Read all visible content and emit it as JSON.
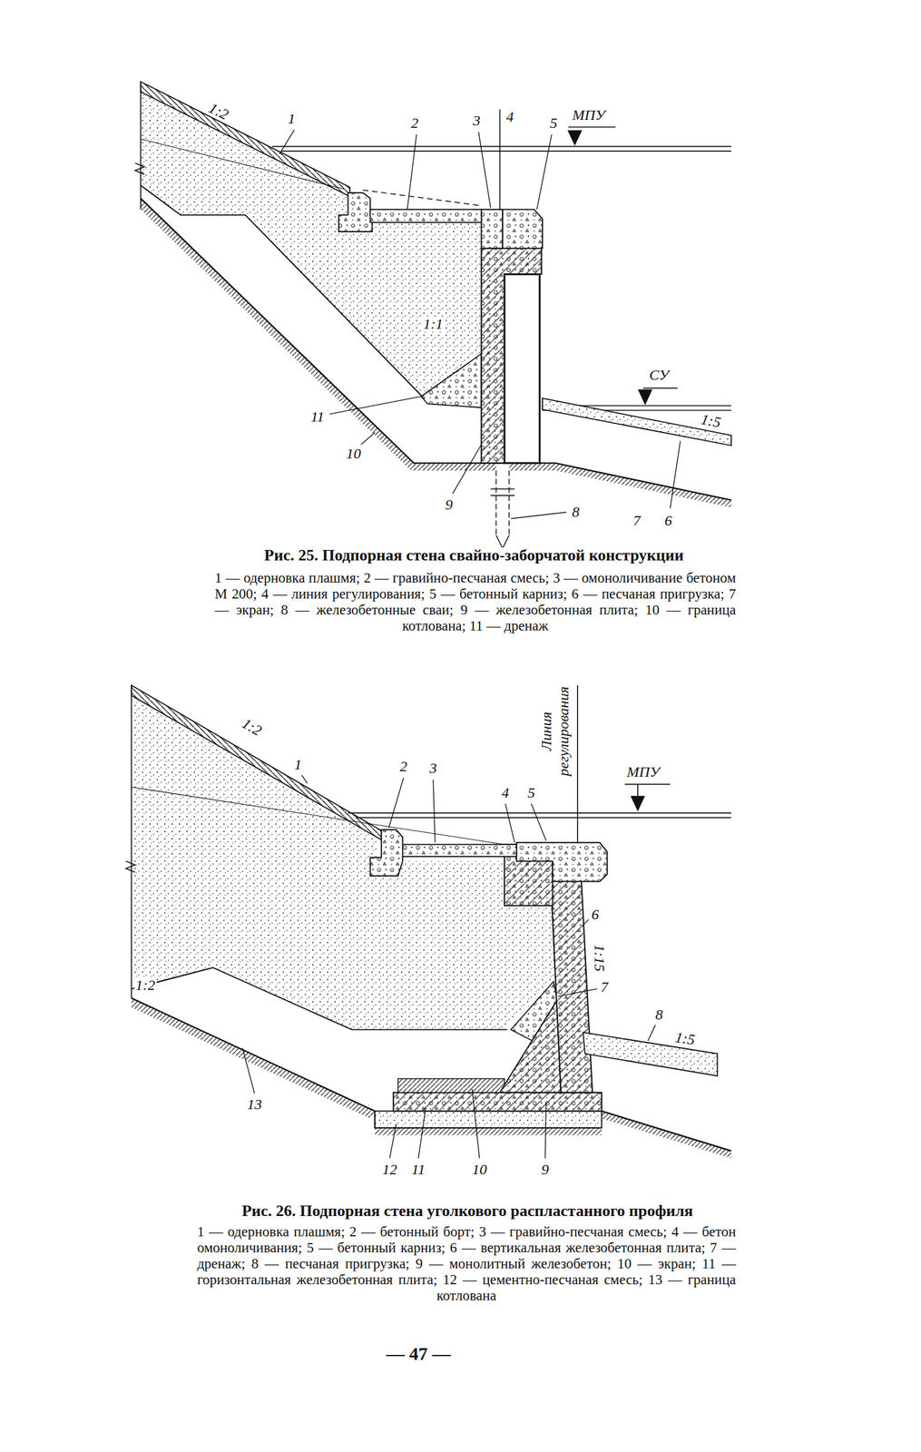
{
  "diagram": {
    "labels": [
      "1",
      "2",
      "3",
      "4",
      "5",
      "МПУ",
      "1:2",
      "1:1",
      "СУ",
      "1:5",
      "11",
      "10",
      "9",
      "8",
      "7",
      "6",
      "Рис. 25. Подпорная стена свайно-заборчатой конструкции",
      "1:2",
      "1",
      "2",
      "3",
      "4",
      "5",
      "Линия регулирования",
      "МПУ",
      "6",
      "1:15",
      "7",
      "8",
      "1:5",
      "1:2",
      "13",
      "12",
      "11",
      "10",
      "9",
      "Рис. 26. Подпорная стена уголкового распластанного профиля",
      "— 47 —"
    ],
    "legend": [
      {
        "text": "1 — одерновка плашмя;"
      },
      {
        "text": "2 — гравийно-песчаная смесь;"
      },
      {
        "text": "3 — омоноличивание бетоном М 200;"
      },
      {
        "text": "4 — линия регулирования;"
      },
      {
        "text": "5 — бетонный карниз;"
      },
      {
        "text": "6 — песчаная пригрузка;"
      },
      {
        "text": "7 — экран;"
      },
      {
        "text": "8 — железобетонные сваи;"
      },
      {
        "text": "9 — железобетонная плита;"
      },
      {
        "text": "10 — граница котлована;"
      },
      {
        "text": "11 — дренаж"
      },
      {
        "text": "1 — одерновка плашмя;"
      },
      {
        "text": "2 — бетонный борт;"
      },
      {
        "text": "3 — гравийно-песчаная смесь;"
      },
      {
        "text": "4 — бетон омоноличивания;"
      },
      {
        "text": "5 — бетонный карниз;"
      },
      {
        "text": "6 — вертикальная железобетонная плита;"
      },
      {
        "text": "7 — дренаж;"
      },
      {
        "text": "8 — песчаная пригрузка;"
      },
      {
        "text": "9 — монолитный железобетон;"
      },
      {
        "text": "10 — экран;"
      },
      {
        "text": "11 — горизонтальная железобетонная плита;"
      },
      {
        "text": "12 — цементно-песчаная смесь;"
      },
      {
        "text": "13 — граница котлована"
      }
    ]
  }
}
